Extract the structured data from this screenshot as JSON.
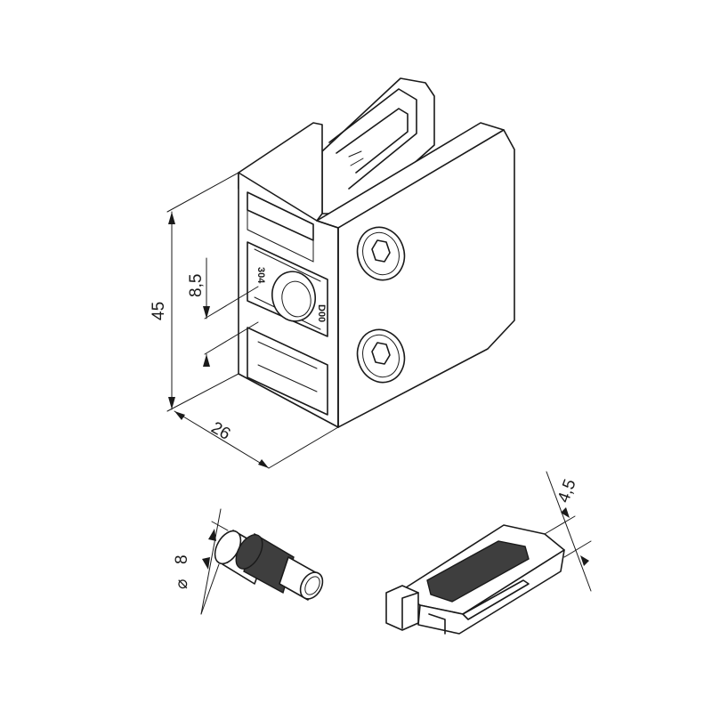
{
  "dimensions": {
    "height": "45",
    "slot_height": "8,5",
    "depth": "26",
    "pin_diameter": "8",
    "diameter_symbol": "⌀",
    "insert_thickness": "4,5"
  },
  "markings": {
    "material": "304",
    "code": "D00"
  }
}
